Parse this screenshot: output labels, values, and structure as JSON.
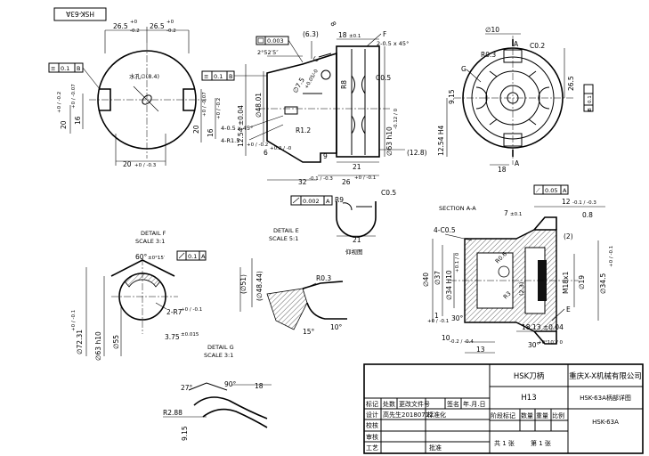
{
  "corner_label": "HSK-63A",
  "front_view": {
    "dims": {
      "top_left": "26.5",
      "top_left_tol_up": "+0",
      "top_left_tol_dn": "-0.2",
      "top_right": "26.5",
      "top_right_tol_up": "+0",
      "top_right_tol_dn": "-0.2",
      "hole": "水孔∅(8.4)",
      "left_20": "20",
      "left_20_tol": "+0 / -0.2",
      "left_16": "16",
      "left_16_tol": "+0 / -0.07",
      "right_20": "20",
      "right_20_tol": "+0 / -0.07",
      "right_16": "16",
      "right_16_tol": "+0 / -0.2",
      "bottom_20": "20",
      "bottom_20_tol": "+0 / -0.3"
    },
    "gdt_frame": {
      "symbol": "≡",
      "value": "0.1",
      "datum": "B"
    }
  },
  "main_view": {
    "gdt_flat": {
      "value": "0.003"
    },
    "gdt_sym": {
      "value": "0.1",
      "datum": "B"
    },
    "gdt_bottom": {
      "value": "0.002",
      "datum": "A"
    },
    "dims": {
      "d63": "(6.3)",
      "d18": "18",
      "d18_tol": "±0.1",
      "angle_25": "2°52′5″",
      "d754": "∅7.5",
      "d754_tol": "+0.05/-0",
      "ch": "C",
      "d8": "8",
      "F": "F",
      "ch2": "2-0.5 x 45°",
      "d1254": "12.54 ±0.04",
      "d4801": "∅48.01",
      "r8": "R8",
      "c05": "C0.5",
      "d63h10": "∅63 h10",
      "d63h10_tol": "-0.12 / 0",
      "ch4": "4-0.5 x 45°",
      "r15": "4-R1.5",
      "r15_tol": "+0 / -0.2",
      "r12": "R1.2",
      "d6": "6",
      "d6_tol": "+0.2 / -0",
      "d9": "9",
      "d21": "21",
      "d128": "(12.8)",
      "d26": "26",
      "d26_tol": "+0 / -0.1",
      "d32": "32",
      "d32_tol": "-0.1 / -0.3"
    }
  },
  "side_view": {
    "dims": {
      "d10": "∅10",
      "c02": "C0.2",
      "A_top": "A",
      "A_bot": "A",
      "r03": "R0.3",
      "G": "G",
      "d915": "9.15",
      "d265": "26.5",
      "d1254h": "12.54 H4",
      "d18": "18"
    },
    "gdt_par": {
      "value": "0.1",
      "datum": "B"
    }
  },
  "lower_view": {
    "r9": "R9",
    "c05": "C0.5",
    "d21": "21",
    "caption": "仰视图"
  },
  "detail_e": {
    "title": "DETAIL E",
    "scale": "SCALE 5:1"
  },
  "detail_e_geom": {
    "d51": "(∅51)",
    "d4844": "(∅48.44)",
    "r03": "R0.3",
    "a15": "15°",
    "a10": "10°"
  },
  "detail_f": {
    "title": "DETAIL F",
    "scale": "SCALE 3:1",
    "a60": "60°",
    "a60_tol": "±0°15′",
    "gdt": {
      "value": "0.1",
      "datum": "A"
    },
    "r2": "2-R7",
    "r2_tol": "+0 / -0.1",
    "d7231": "∅72.31",
    "d7231_tol": "+0 / -0.1",
    "d55": "∅55",
    "d63h10": "∅63 h10",
    "d375": "3.75",
    "d375_tol": "±0.015"
  },
  "detail_g": {
    "title": "DETAIL G",
    "scale": "SCALE 3:1",
    "a90": "90°",
    "a27": "27°",
    "d18": "18",
    "r288": "R2.88",
    "d915": "9.15"
  },
  "section": {
    "title": "SECTION A-A",
    "gdt": {
      "value": "0.05",
      "datum": "A"
    },
    "dims": {
      "c05": "4-C0.5",
      "d12": "12",
      "d12_tol": "-0.1 / -0.3",
      "d7": "7",
      "d7_tol": "±0.1",
      "d08": "0.8",
      "d2": "(2)",
      "d40": "∅40",
      "d37": "∅37",
      "d34h10": "∅34 H10",
      "d34h10_tol": "+0.1 / 0",
      "r06": "R0.6",
      "r3": "R3",
      "d23": "(2.3)",
      "m18": "M18x1",
      "d19": "∅19",
      "d345": "∅34.5",
      "d345_tol": "+0 / -0.1",
      "E": "E",
      "d1": "1",
      "d1_tol": "+0 / -0.1",
      "a30": "30°",
      "d1813": "18.13 ±0.04",
      "d10": "10",
      "d10_tol": "-0.2 / -0.4",
      "d13": "13",
      "a30b": "30°",
      "a30b_tol": "+0°10′ / 0"
    }
  },
  "title_block": {
    "part_name": "HSK刀柄",
    "company": "重庆X-X机械有限公司",
    "material": "H13",
    "drawing_name": "HSK-63A柄部详图",
    "drawing_no": "HSK-63A",
    "rev_headers": [
      "标记",
      "处数",
      "更改文件号",
      "签名",
      "年.月.日"
    ],
    "designer_label": "设计",
    "designer": "高先生20180712",
    "standardize": "标准化",
    "check": "校核",
    "review": "审核",
    "process": "工艺",
    "approve": "批准",
    "stage_headers": [
      "阶段标记",
      "数量",
      "重量",
      "比例"
    ],
    "sheet_total": "共 1 张",
    "sheet_no": "第 1 张"
  }
}
